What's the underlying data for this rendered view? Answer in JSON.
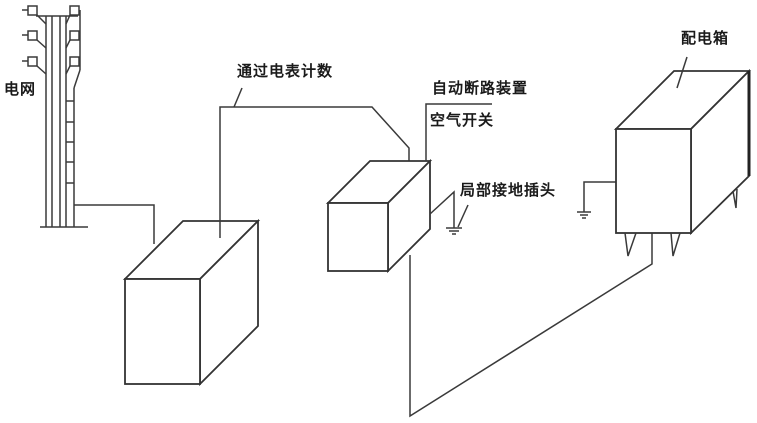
{
  "diagram": {
    "type": "electrical wiring schematic",
    "background": "#ffffff",
    "line_color": "#3a3a3a",
    "labels": {
      "grid": "电网",
      "meter": "通过电表计数",
      "breaker": "自动断路装置",
      "air_switch": "空气开关",
      "ground_outlet": "局部接地插头",
      "distribution_box": "配电箱"
    },
    "components": [
      {
        "id": "power-pole",
        "label_key": "grid"
      },
      {
        "id": "meter-box",
        "label_key": "meter"
      },
      {
        "id": "breaker-box",
        "label_key": "breaker"
      },
      {
        "id": "distribution-box",
        "label_key": "distribution_box"
      }
    ],
    "connections": [
      {
        "from": "power-pole",
        "to": "meter-box"
      },
      {
        "from": "meter-box",
        "to": "breaker-box"
      },
      {
        "from": "breaker-box",
        "to": "ground-symbol-1"
      },
      {
        "from": "breaker-box",
        "to": "distribution-box"
      },
      {
        "from": "ground-outlet",
        "to": "distribution-box"
      }
    ]
  }
}
